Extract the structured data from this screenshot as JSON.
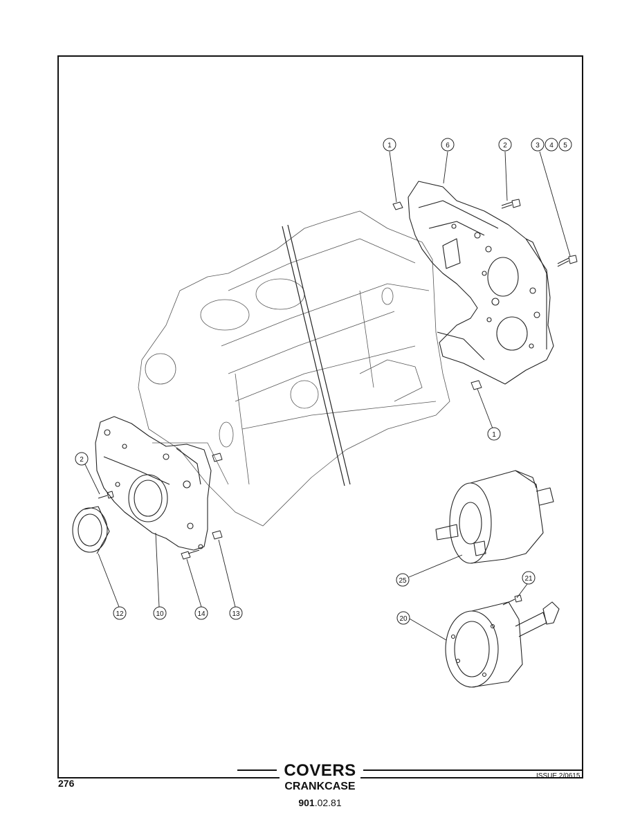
{
  "footer": {
    "title": "COVERS",
    "subtitle": "CRANKCASE",
    "code_bold": "901",
    "code_rest": ".02.81",
    "page_number": "276",
    "issue": "ISSUE 2/0615"
  },
  "callouts": [
    {
      "id": "c1a",
      "label": "1"
    },
    {
      "id": "c6",
      "label": "6"
    },
    {
      "id": "c2a",
      "label": "2"
    },
    {
      "id": "c3",
      "label": "3"
    },
    {
      "id": "c4",
      "label": "4"
    },
    {
      "id": "c5",
      "label": "5"
    },
    {
      "id": "c1b",
      "label": "1"
    },
    {
      "id": "c2b",
      "label": "2"
    },
    {
      "id": "c12",
      "label": "12"
    },
    {
      "id": "c10",
      "label": "10"
    },
    {
      "id": "c14",
      "label": "14"
    },
    {
      "id": "c13",
      "label": "13"
    },
    {
      "id": "c25",
      "label": "25"
    },
    {
      "id": "c21",
      "label": "21"
    },
    {
      "id": "c20",
      "label": "20"
    }
  ]
}
